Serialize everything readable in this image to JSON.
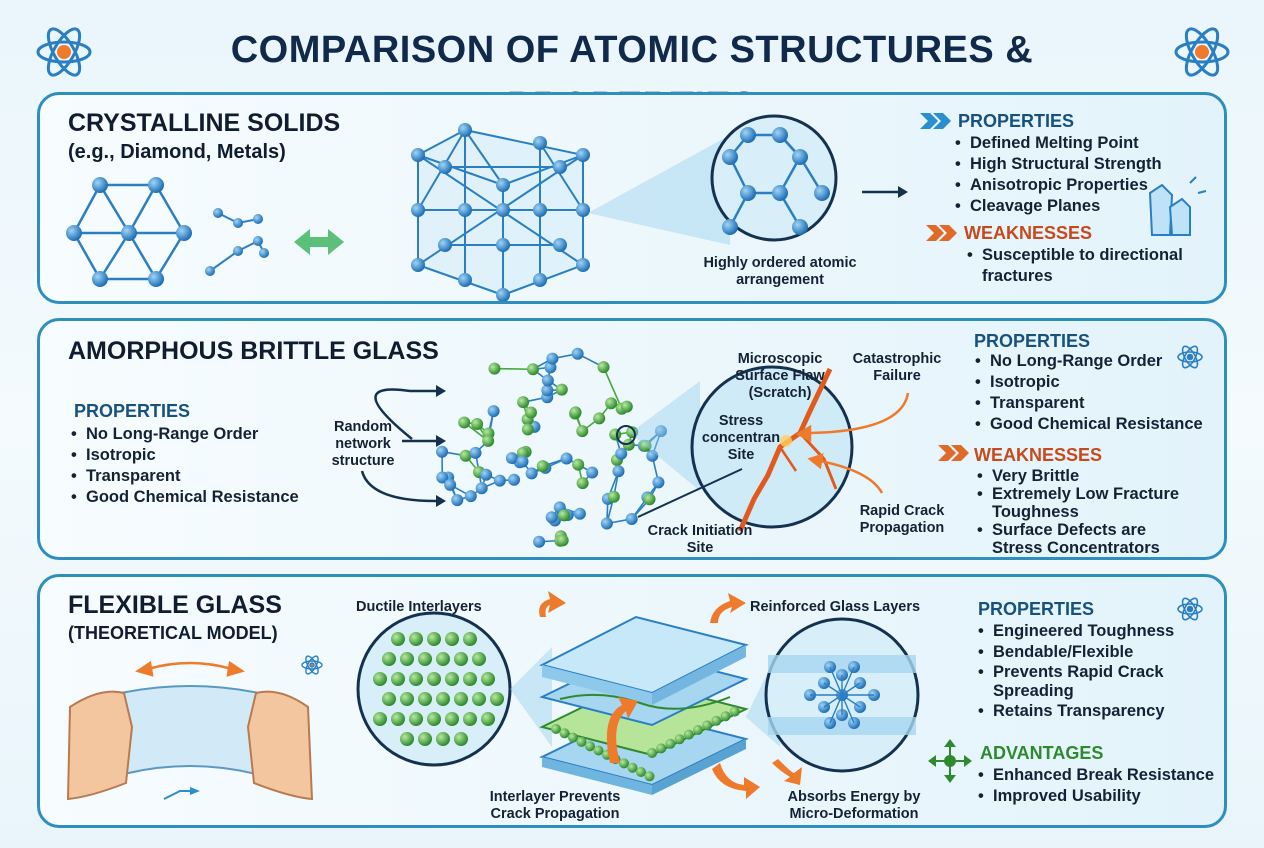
{
  "title": "COMPARISON OF ATOMIC STRUCTURES & PROPERTIES",
  "crystalline": {
    "heading": "CRYSTALLINE SOLIDS",
    "subheading": "(e.g., Diamond, Metals)",
    "caption": "Highly ordered atomic arrangement",
    "properties_title": "PROPERTIES",
    "properties": [
      "Defined Melting Point",
      "High Structural Strength",
      "Anisotropic Properties",
      "Cleavage Planes"
    ],
    "weaknesses_title": "WEAKNESSES",
    "weaknesses": [
      "Susceptible to directional fractures"
    ]
  },
  "amorphous": {
    "heading": "AMORPHOUS BRITTLE GLASS",
    "left_properties_title": "PROPERTIES",
    "left_properties": [
      "No Long-Range Order",
      "Isotropic",
      "Transparent",
      "Good Chemical Resistance"
    ],
    "random_label": "Random network structure",
    "flaw_label": "Microscopic Surface Flaw (Scratch)",
    "stress_label": "Stress concentran Site",
    "failure_label": "Catastrophic Failure",
    "rapid_label": "Rapid Crack Propagation",
    "initiation_label": "Crack Initiation Site",
    "properties_title": "PROPERTIES",
    "properties": [
      "No Long-Range Order",
      "Isotropic",
      "Transparent",
      "Good Chemical Resistance"
    ],
    "weaknesses_title": "WEAKNESSES",
    "weaknesses": [
      "Very Brittle",
      "Extremely Low Fracture Toughness",
      "Surface Defects are Stress Concentrators"
    ]
  },
  "flexible": {
    "heading": "FLEXIBLE GLASS",
    "subheading": "(THEORETICAL MODEL)",
    "ductile_label": "Ductile Interlayers",
    "reinforced_label": "Reinforced Glass Layers",
    "interlayer_label": "Interlayer Prevents Crack Propagation",
    "absorbs_label": "Absorbs Energy by Micro-Deformation",
    "properties_title": "PROPERTIES",
    "properties": [
      "Engineered Toughness",
      "Bendable/Flexible",
      "Prevents Rapid Crack Spreading",
      "Retains Transparency"
    ],
    "advantages_title": "ADVANTAGES",
    "advantages": [
      "Enhanced Break Resistance",
      "Improved Usability"
    ]
  },
  "colors": {
    "atom_blue": "#2a7fc4",
    "atom_green": "#45a83a",
    "border": "#2e8fbe",
    "title": "#11294a",
    "weakness": "#c64a1c",
    "arrow_orange": "#ee7a2c"
  }
}
